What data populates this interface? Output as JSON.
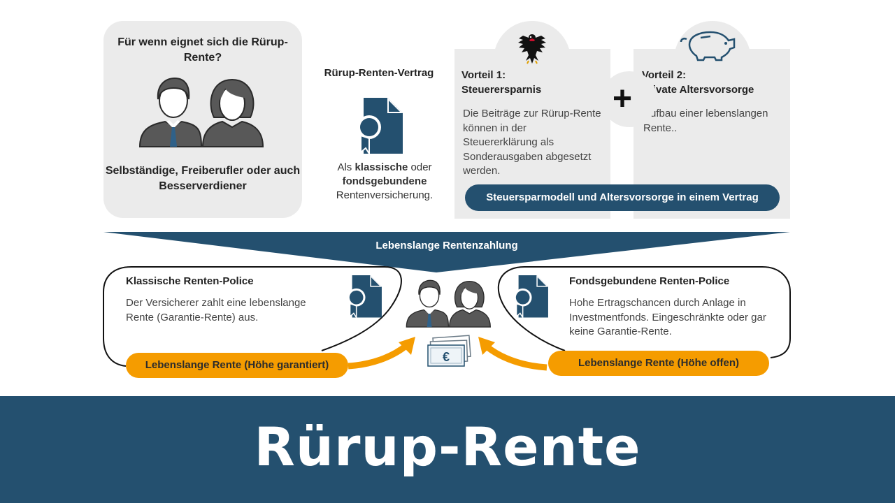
{
  "who": {
    "question": "Für wenn eignet sich die Rürup-Rente?",
    "answer": "Selbständige, Freiberufler oder auch Besserverdiener"
  },
  "contract": {
    "title": "Rürup-Renten-Vertrag",
    "desc_prefix": "Als ",
    "desc_bold1": "klassische",
    "desc_mid": " oder ",
    "desc_bold2": "fondsgebundene",
    "desc_suffix": "Rentenversicherung."
  },
  "advantage1": {
    "title_line1": "Vorteil 1:",
    "title_line2": "Steuerersparnis",
    "text": "Die Beiträge zur Rürup-Rente können in der Steuererklärung als Sonderausgaben abgesetzt werden."
  },
  "advantage2": {
    "title_line1": "Vorteil 2:",
    "title_line2": "Private Altersvorsorge",
    "text": "Aufbau einer lebenslangen Rente.."
  },
  "plus_symbol": "+",
  "combo_label": "Steuersparmodell und Altersvorsorge in einem Vertrag",
  "funnel_label": "Lebenslange Rentenzahlung",
  "classic_policy": {
    "title": "Klassische Renten-Police",
    "text": "Der Versicherer zahlt eine lebenslange Rente (Garantie-Rente) aus.",
    "pill": "Lebenslange Rente (Höhe garantiert)"
  },
  "fund_policy": {
    "title": "Fondsgebundene Renten-Police",
    "text": "Hohe Ertragschancen durch Anlage in Investmentfonds. Eingeschränkte oder gar keine Garantie-Rente.",
    "pill": "Lebenslange Rente (Höhe offen)"
  },
  "money_symbol": "€",
  "footer_title": "Rürup-Rente",
  "icons": [
    "people-icon",
    "document-seal-icon",
    "eagle-icon",
    "piggy-bank-icon",
    "money-icon",
    "arrow-icon"
  ],
  "colors": {
    "navy": "#24506f",
    "orange": "#f59c00",
    "panel": "#ebebeb"
  }
}
